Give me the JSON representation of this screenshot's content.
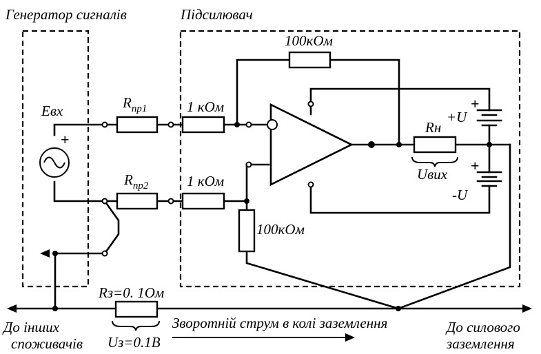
{
  "labels": {
    "generator_title": "Генератор сигналів",
    "amplifier_title": "Підсилювач",
    "source": "Евх",
    "r_pr1_main": "R",
    "r_pr1_sub": "пр1",
    "r_pr2_main": "R",
    "r_pr2_sub": "пр2",
    "r_in1": "1 кОм",
    "r_in2": "1 кОм",
    "r_feedback": "100кОм",
    "r_ground_ref": "100кОм",
    "r_load": "Rн",
    "u_out": "Uвих",
    "plus_u": "+U",
    "minus_u": "-U",
    "plus_sign": "+",
    "rz": "Rз=0. 1Ом",
    "uz": "Uз=0.1В",
    "return_current": "Зворотній струм в колі заземлення",
    "to_others_1": "До інших",
    "to_others_2": "споживачів",
    "to_power_ground_1": "До силового",
    "to_power_ground_2": "заземлення"
  }
}
